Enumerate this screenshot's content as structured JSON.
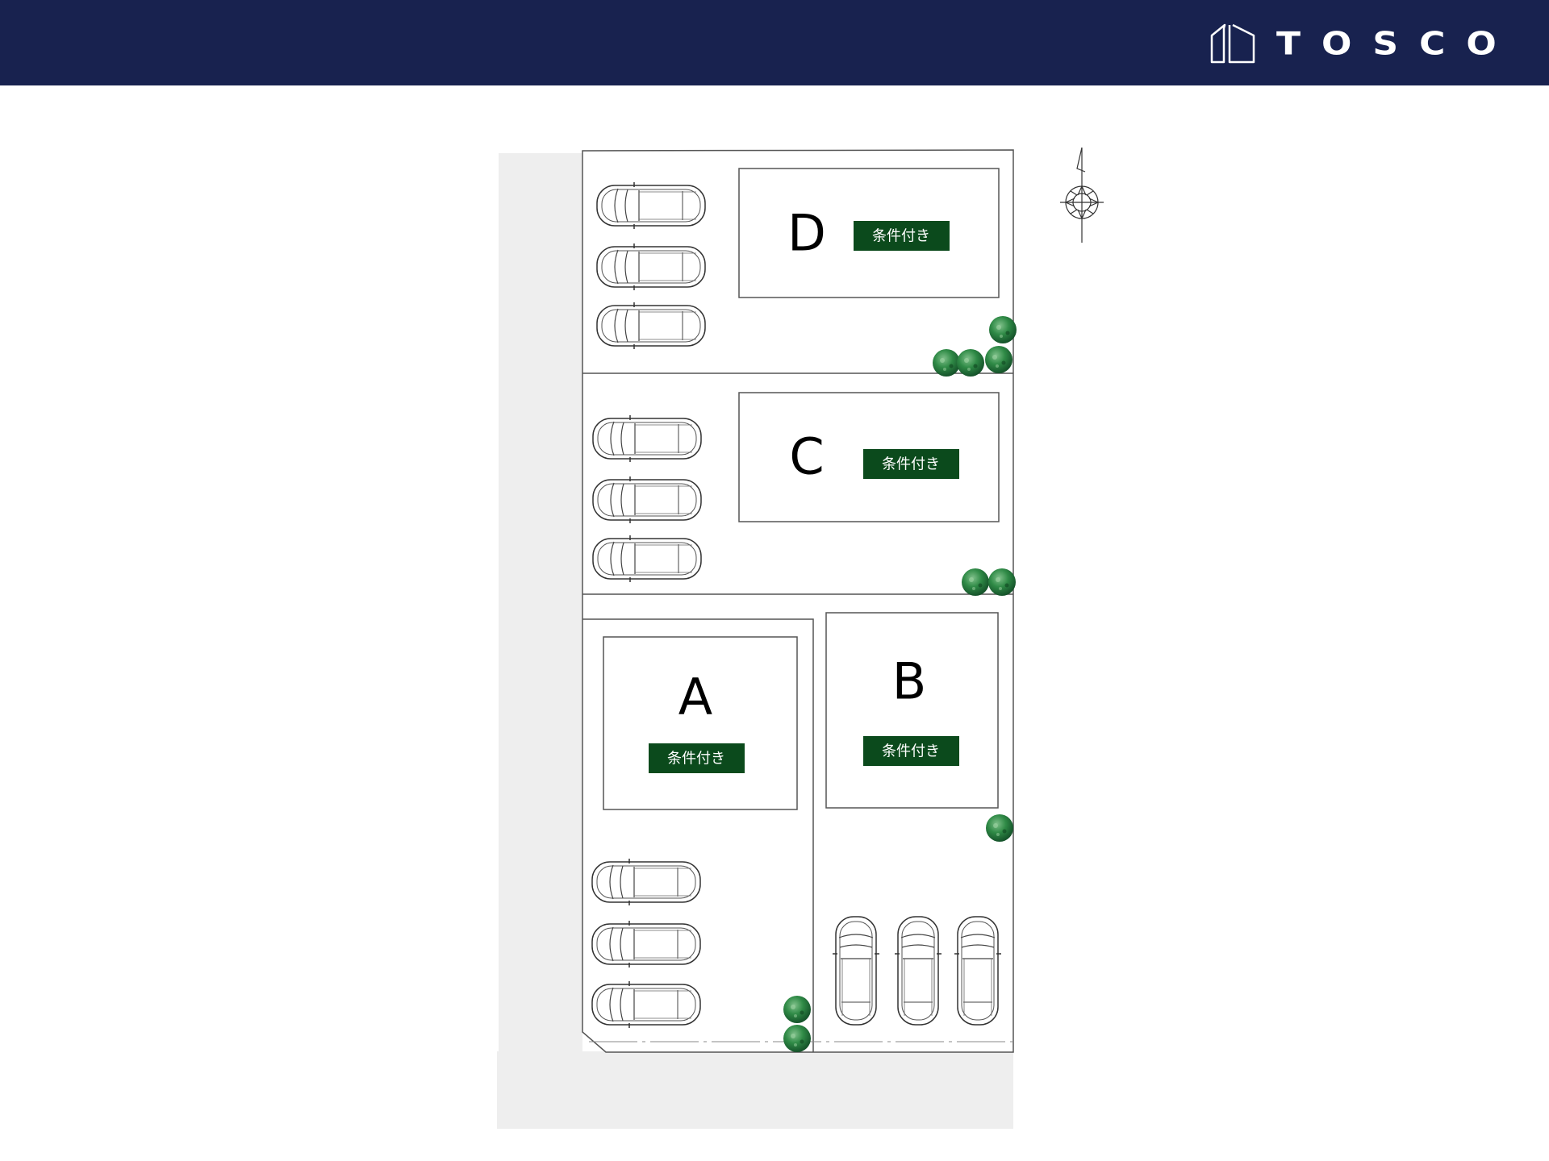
{
  "header": {
    "brand": "TOSCO",
    "logo_icon": "house-outline-icon",
    "background": "#18224f"
  },
  "site_plan": {
    "badge_color": "#0b4a1c",
    "lots": [
      {
        "id": "D",
        "label": "D",
        "badge": "条件付き",
        "parking_spaces": 3
      },
      {
        "id": "C",
        "label": "C",
        "badge": "条件付き",
        "parking_spaces": 3
      },
      {
        "id": "A",
        "label": "A",
        "badge": "条件付き",
        "parking_spaces": 3
      },
      {
        "id": "B",
        "label": "B",
        "badge": "条件付き",
        "parking_spaces": 3
      }
    ],
    "compass_icon": "north-arrow-icon"
  }
}
